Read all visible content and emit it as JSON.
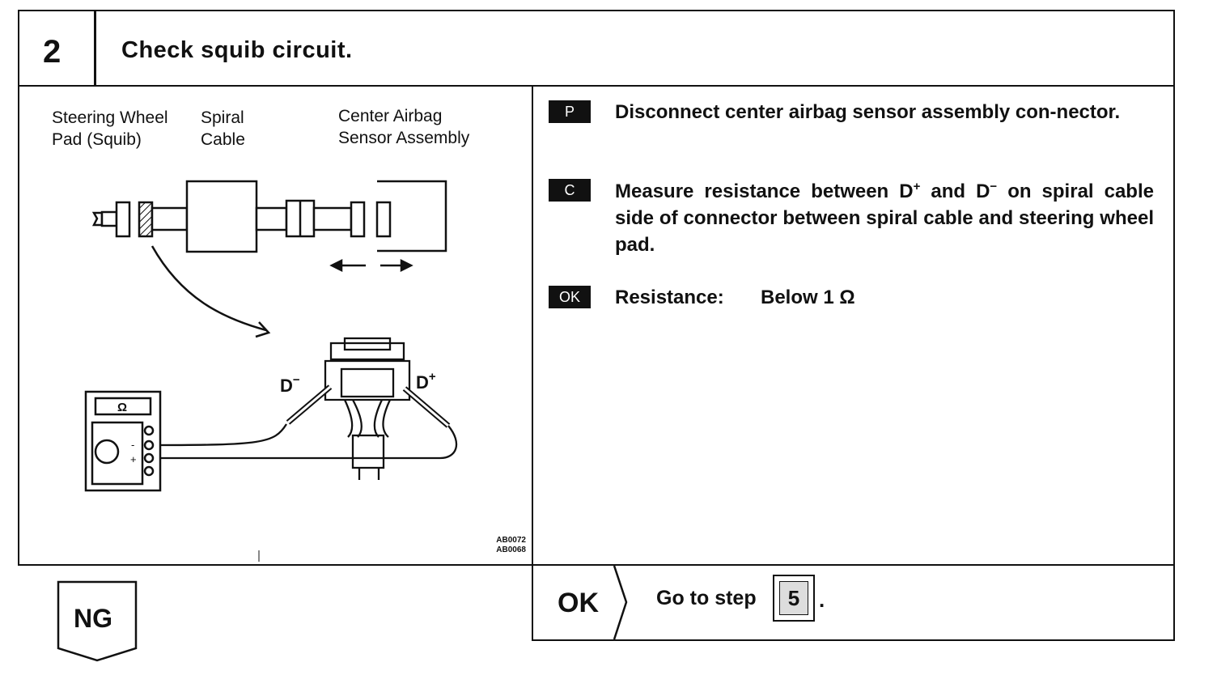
{
  "step": {
    "number": "2",
    "title": "Check squib circuit."
  },
  "figure": {
    "labels": {
      "wheel_pad_l1": "Steering Wheel",
      "wheel_pad_l2": "Pad (Squib)",
      "spiral_l1": "Spiral",
      "spiral_l2": "Cable",
      "sensor_l1": "Center Airbag",
      "sensor_l2": "Sensor Assembly",
      "d_minus": "D",
      "d_plus": "D",
      "ohm": "Ω",
      "meter_minus": "-",
      "meter_plus": "+"
    },
    "codes": [
      "AB0072",
      "AB0068"
    ]
  },
  "instructions": {
    "p": {
      "badge": "P",
      "text": "Disconnect center airbag sensor assembly con-nector."
    },
    "c": {
      "badge": "C",
      "text_a": "Measure resistance between D",
      "text_b": " and D",
      "text_c": " on spiral cable side of connector between spiral cable and steering wheel pad."
    },
    "ok": {
      "badge": "OK",
      "label": "Resistance:",
      "value": "Below 1 Ω"
    }
  },
  "results": {
    "ok_tag": "OK",
    "ok_text": "Go to step",
    "ok_step": "5",
    "ok_tail": ".",
    "ng_tag": "NG"
  }
}
